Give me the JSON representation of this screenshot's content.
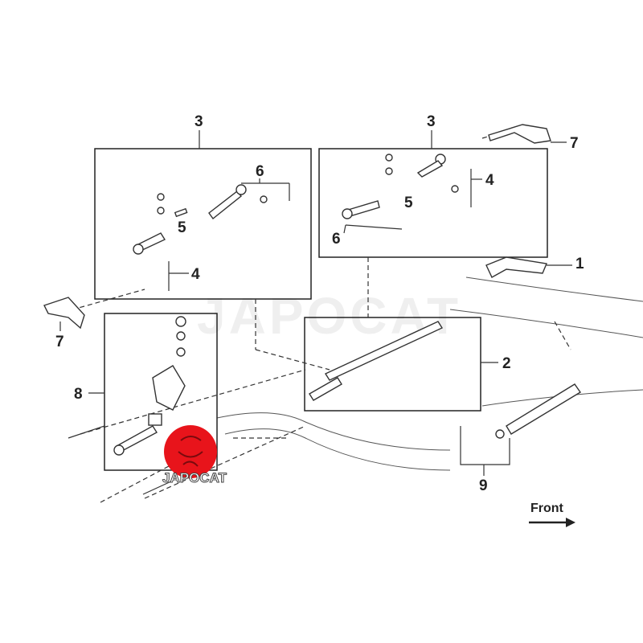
{
  "diagram": {
    "callouts": {
      "c3_left": "3",
      "c3_right": "3",
      "c7_top": "7",
      "c6_left": "6",
      "c4_right": "4",
      "c5_right": "5",
      "c5_left": "5",
      "c6_right": "6",
      "c4_left": "4",
      "c1": "1",
      "c7_left": "7",
      "c2": "2",
      "c8": "8",
      "c9": "9"
    },
    "direction_label": "Front",
    "watermark": "JAPOCAT",
    "logo_text": "JAPOCAT",
    "colors": {
      "logo_red": "#e8141b",
      "line": "#333333"
    }
  }
}
